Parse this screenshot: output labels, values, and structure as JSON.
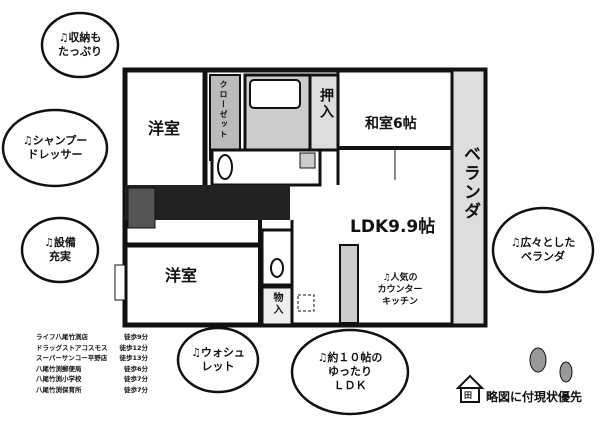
{
  "rooms": {
    "western_1": "洋室",
    "western_2": "洋室",
    "japanese": "和室6帖",
    "ldk": "LDK9.9帖",
    "veranda": "ベランダ",
    "closet": "クローゼット",
    "oshiire": "押入",
    "storage": "物入"
  },
  "bubbles": {
    "storage": [
      "♫収納も",
      "たっぷり"
    ],
    "shampoo": [
      "♫シャンプー",
      "ドレッサー"
    ],
    "equipment": [
      "♫設備",
      "充実"
    ],
    "veranda": [
      "♫広々とした",
      "ベランダ"
    ],
    "counter": [
      "♫人気の",
      "カウンター",
      "キッチン"
    ],
    "washlet": [
      "♫ウォシュ",
      "レット"
    ],
    "ldk": [
      "♫約１０帖の",
      "ゆったり",
      "ＬＤＫ"
    ]
  },
  "nearby": [
    {
      "name": "ライフ八尾竹渕店",
      "time": "徒歩9分"
    },
    {
      "name": "ドラッグストアコスモス",
      "time": "徒歩12分"
    },
    {
      "name": "スーパーサンコー平野店",
      "time": "徒歩13分"
    },
    {
      "name": "八尾竹渕郵便局",
      "time": "徒歩6分"
    },
    {
      "name": "八尾竹渕小学校",
      "time": "徒歩7分"
    },
    {
      "name": "八尾竹渕保育所",
      "time": "徒歩7分"
    }
  ],
  "footer_note": "略図に付現状優先",
  "house_label": "田"
}
